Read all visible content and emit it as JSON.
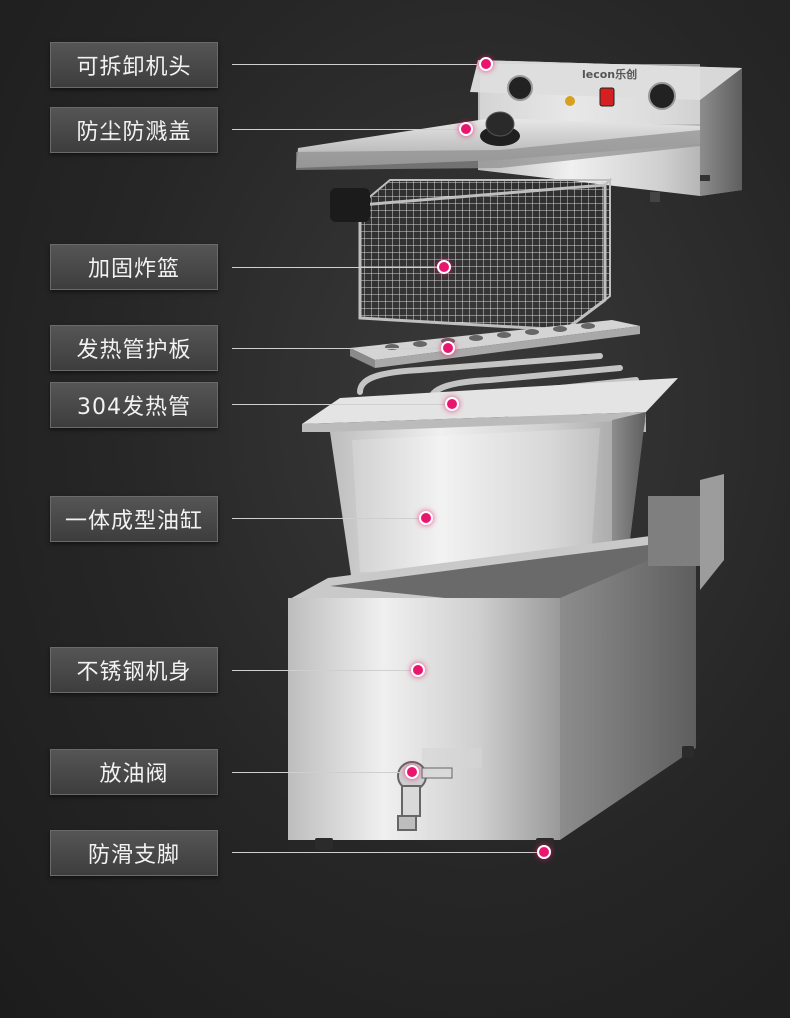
{
  "brand": {
    "logo_text": "lecon乐创",
    "panel_color": "#c9c9c9",
    "accent_color": "#e8166e"
  },
  "components": [
    {
      "id": "head",
      "label": "可拆卸机头"
    },
    {
      "id": "lid",
      "label": "防尘防溅盖"
    },
    {
      "id": "basket",
      "label": "加固炸篮"
    },
    {
      "id": "guard",
      "label": "发热管护板"
    },
    {
      "id": "tube",
      "label": "304发热管"
    },
    {
      "id": "tank",
      "label": "一体成型油缸"
    },
    {
      "id": "body",
      "label": "不锈钢机身"
    },
    {
      "id": "valve",
      "label": "放油阀"
    },
    {
      "id": "feet",
      "label": "防滑支脚"
    }
  ]
}
